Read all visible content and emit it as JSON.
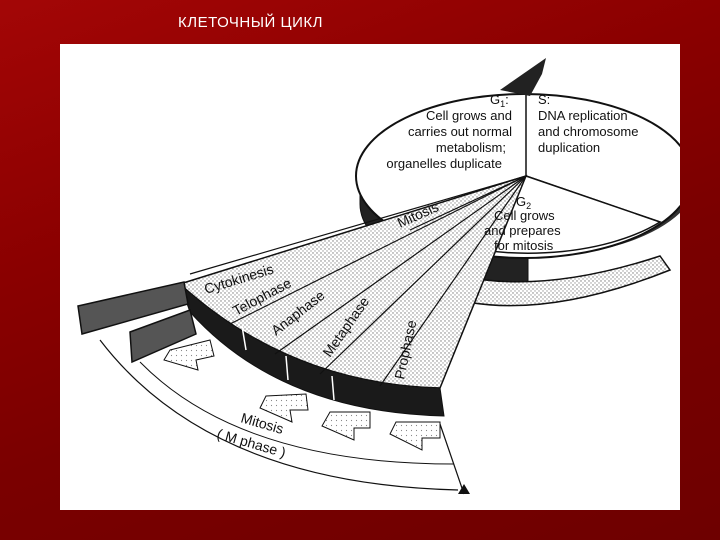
{
  "slide": {
    "title": "КЛЕТОЧНЫЙ ЦИКЛ"
  },
  "diagram": {
    "g1": {
      "label": "G",
      "sub": "1",
      "colon": ":",
      "lines": [
        "Cell grows and",
        "carries out normal",
        "metabolism;",
        "organelles duplicate"
      ]
    },
    "s": {
      "label": "S:",
      "lines": [
        "DNA replication",
        "and chromosome",
        "duplication"
      ]
    },
    "g2": {
      "label": "G",
      "sub": "2",
      "lines": [
        "Cell grows",
        "and prepares",
        "for mitosis"
      ]
    },
    "phases": {
      "mitosis": "Mitosis",
      "cytokinesis": "Cytokinesis",
      "telophase": "Telophase",
      "anaphase": "Anaphase",
      "metaphase": "Metaphase",
      "prophase": "Prophase"
    },
    "m_phase": {
      "line1": "Mitosis",
      "line2": "( M phase )"
    }
  },
  "colors": {
    "background": "#8b0000",
    "panel": "#ffffff",
    "ink": "#111111"
  }
}
